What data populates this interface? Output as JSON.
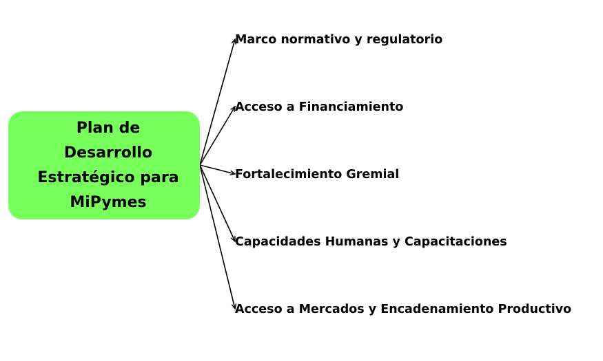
{
  "diagram": {
    "root": {
      "label": "Plan de Desarrollo Estratégico para MiPymes",
      "fill_color": "#77ff5b",
      "text_color": "#000000"
    },
    "branches": [
      {
        "label": "Marco normativo y regulatorio"
      },
      {
        "label": "Acceso a Financiamiento"
      },
      {
        "label": "Fortalecimiento Gremial"
      },
      {
        "label": "Capacidades Humanas y Capacitaciones"
      },
      {
        "label": "Acceso a Mercados y Encadenamiento Productivo"
      }
    ],
    "connector_color": "#000000"
  }
}
